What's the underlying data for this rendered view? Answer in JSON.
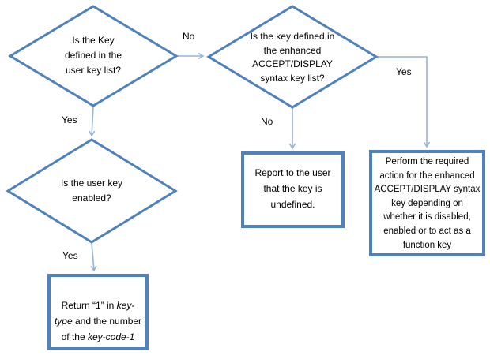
{
  "flowchart": {
    "decisions": {
      "user_key_defined": "Is the Key\ndefined in the\nuser key list?",
      "enhanced_key_defined": "Is the key defined in\nthe enhanced\nACCEPT/DISPLAY\nsyntax key list?",
      "user_key_enabled": "Is the user key\nenabled?"
    },
    "processes": {
      "report_undefined": "Report to the user\nthat the key is\nundefined.",
      "perform_action": "Perform the required\naction for the enhanced\nACCEPT/DISPLAY syntax\nkey depending on\nwhether it is disabled,\nenabled or to act as a\nfunction key",
      "return_key": {
        "part1": "Return “1” in ",
        "part2_italic": "key-\ntype",
        "part3": " and the number\nof the ",
        "part4_italic": "key-code-1"
      }
    },
    "labels": {
      "no_to_enhanced": "No",
      "yes_to_enabled": "Yes",
      "no_to_report": "No",
      "yes_to_perform": "Yes",
      "yes_to_return": "Yes"
    },
    "colors": {
      "shape_border": "#4f81bd",
      "connector": "#95b3d7",
      "text": "#000000",
      "background": "#ffffff"
    }
  }
}
